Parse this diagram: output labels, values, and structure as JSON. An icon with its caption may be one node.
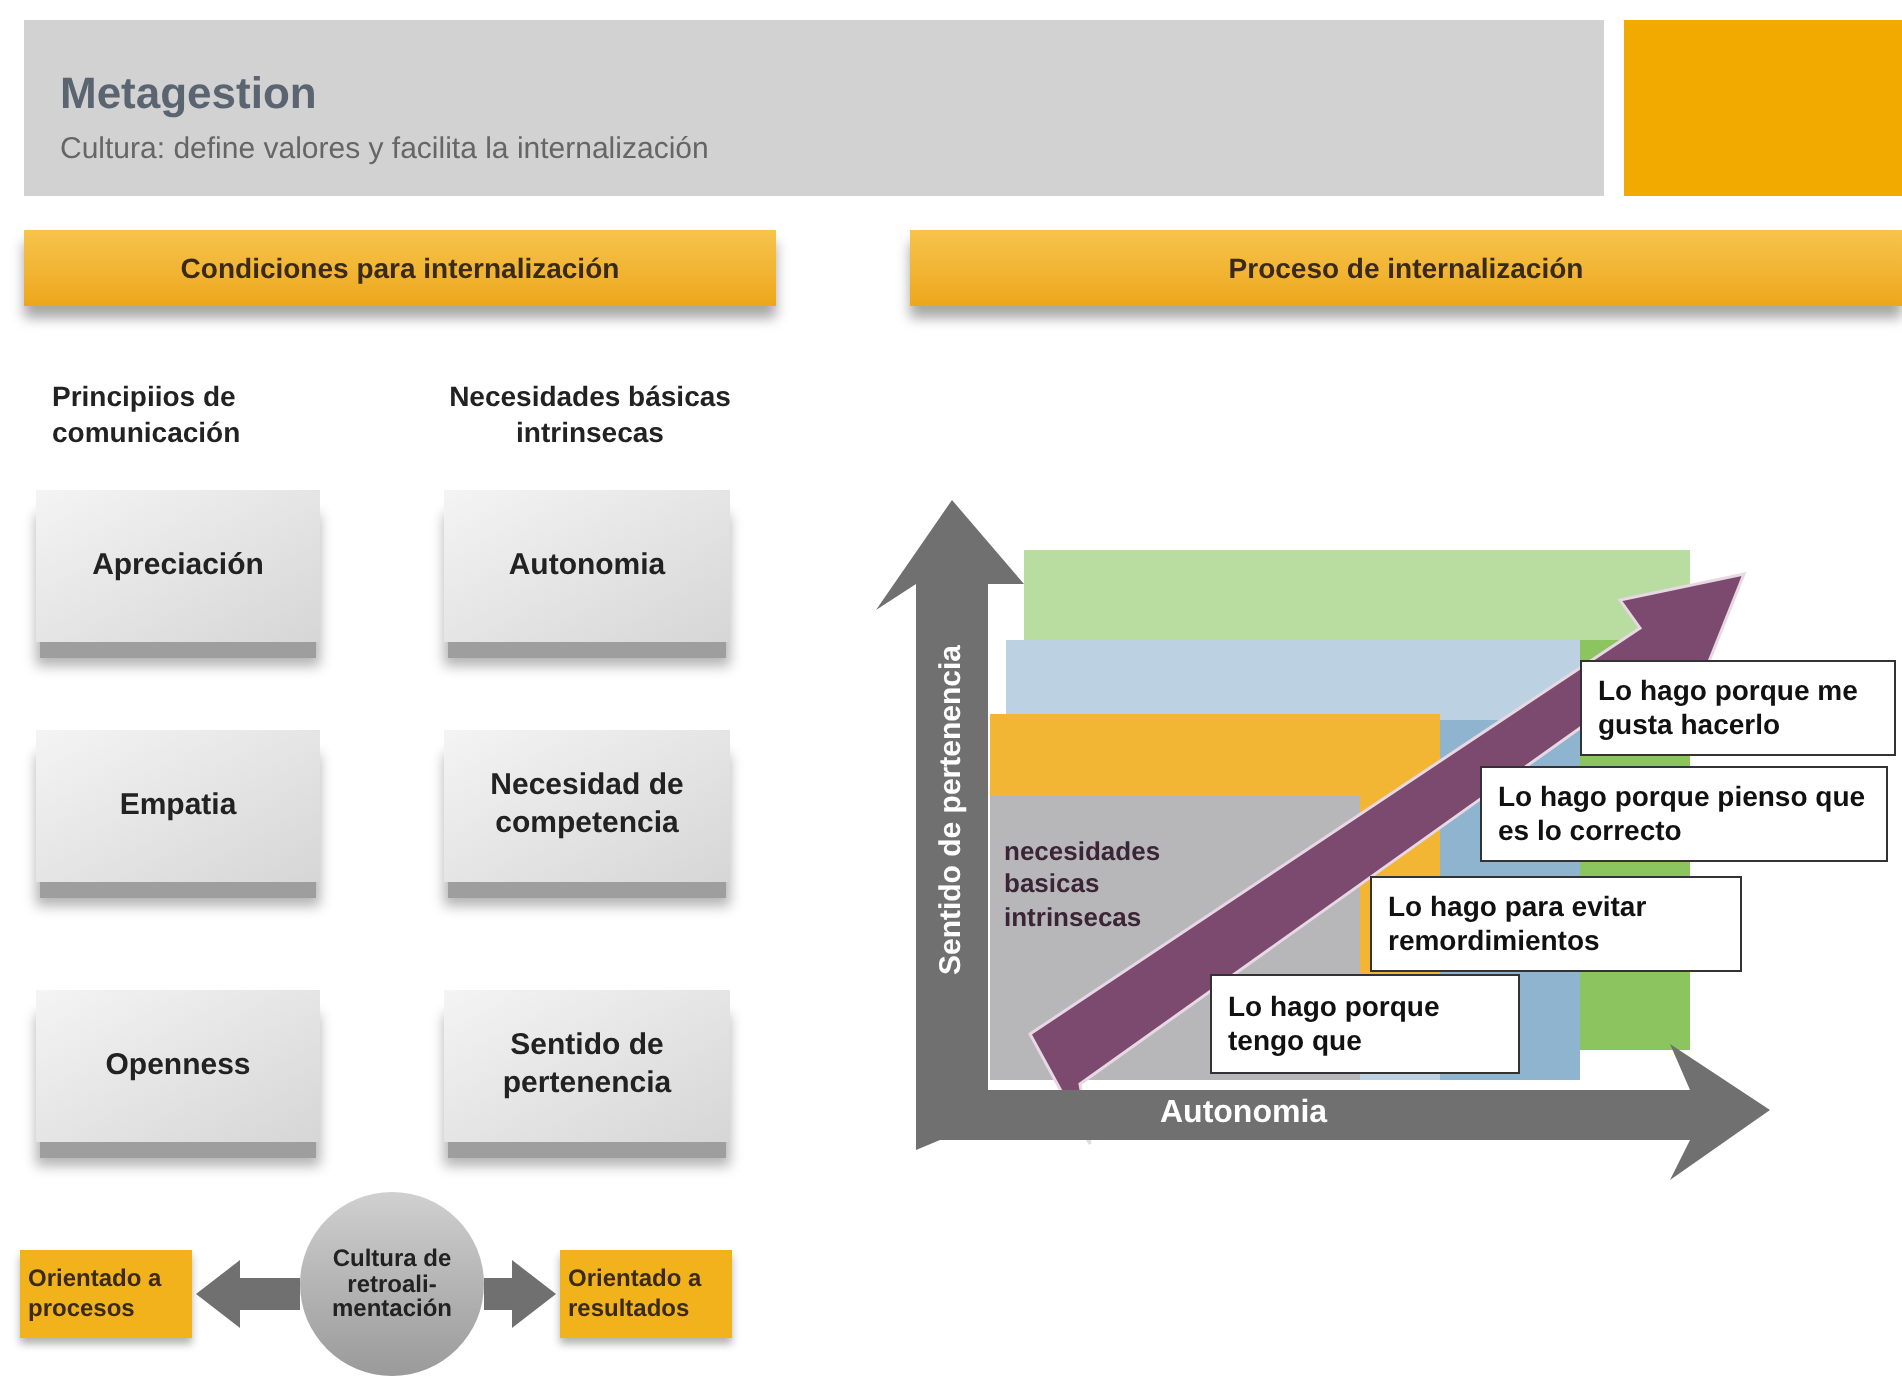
{
  "diagram": {
    "title": "Metagestion",
    "nodes": [
      {
        "text": [
          "Condiciones para internalización"
        ]
      },
      {
        "text": [
          "Proceso de internalización"
        ]
      },
      {
        "text": [
          "Apreciación"
        ]
      },
      {
        "text": [
          "Autonomia"
        ]
      },
      {
        "text": [
          "Empatia"
        ]
      },
      {
        "text": [
          "Necesidad de competencia"
        ]
      },
      {
        "text": [
          "Openness"
        ]
      },
      {
        "text": [
          "Sentido de pertenencia"
        ]
      },
      {
        "text": [
          "Cultura de retroali- mentación"
        ]
      },
      {
        "text": [
          "Orientado a procesos"
        ]
      },
      {
        "text": [
          "Orientado a resultados"
        ]
      },
      {
        "text": [
          "Lo hago porque me gusta hacerlo"
        ]
      },
      {
        "text": [
          "Lo hago porque pienso que es lo correcto"
        ]
      },
      {
        "text": [
          "Lo hago para evitar remordimientos"
        ]
      },
      {
        "text": [
          "Lo hago porque tengo que"
        ]
      }
    ],
    "edges": [
      {
        "from": 8,
        "to": 9,
        "arrow": "to"
      },
      {
        "from": 8,
        "to": 10,
        "arrow": "to"
      }
    ],
    "labels": [
      "Cultura: define valores  y facilita la internalización",
      "Principiios de comunicación",
      "Necesidades básicas intrinsecas",
      "Sentido de pertenencia",
      "Autonomia",
      "necesidades basicas intrinsecas"
    ]
  }
}
